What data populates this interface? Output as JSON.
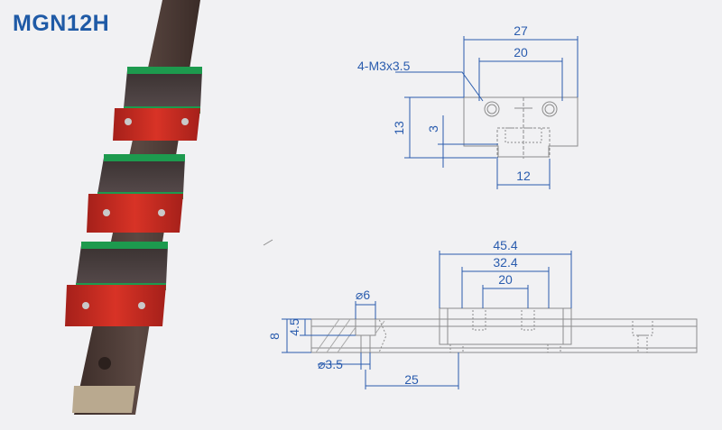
{
  "product": {
    "model": "MGN12H"
  },
  "colors": {
    "background": "#f1f1f3",
    "title": "#1f5aa6",
    "dimension": "#2a5cae",
    "outline": "#8c8c8c",
    "rail_dark": "#4a3a35",
    "block_red": "#cc2e22",
    "seal_green": "#1d9a4e"
  },
  "end_view": {
    "width_total": "27",
    "width_holes": "20",
    "screw_callout": "4-M3x3.5",
    "height_total": "13",
    "height_rail_offset": "3",
    "rail_width": "12"
  },
  "side_view": {
    "block_length": "45.4",
    "hole_span_outer": "32.4",
    "hole_span_inner": "20",
    "counterbore_dia": "⌀6",
    "through_hole_dia": "⌀3.5",
    "rail_height": "8",
    "counterbore_height": "4.5",
    "hole_pitch": "25"
  }
}
